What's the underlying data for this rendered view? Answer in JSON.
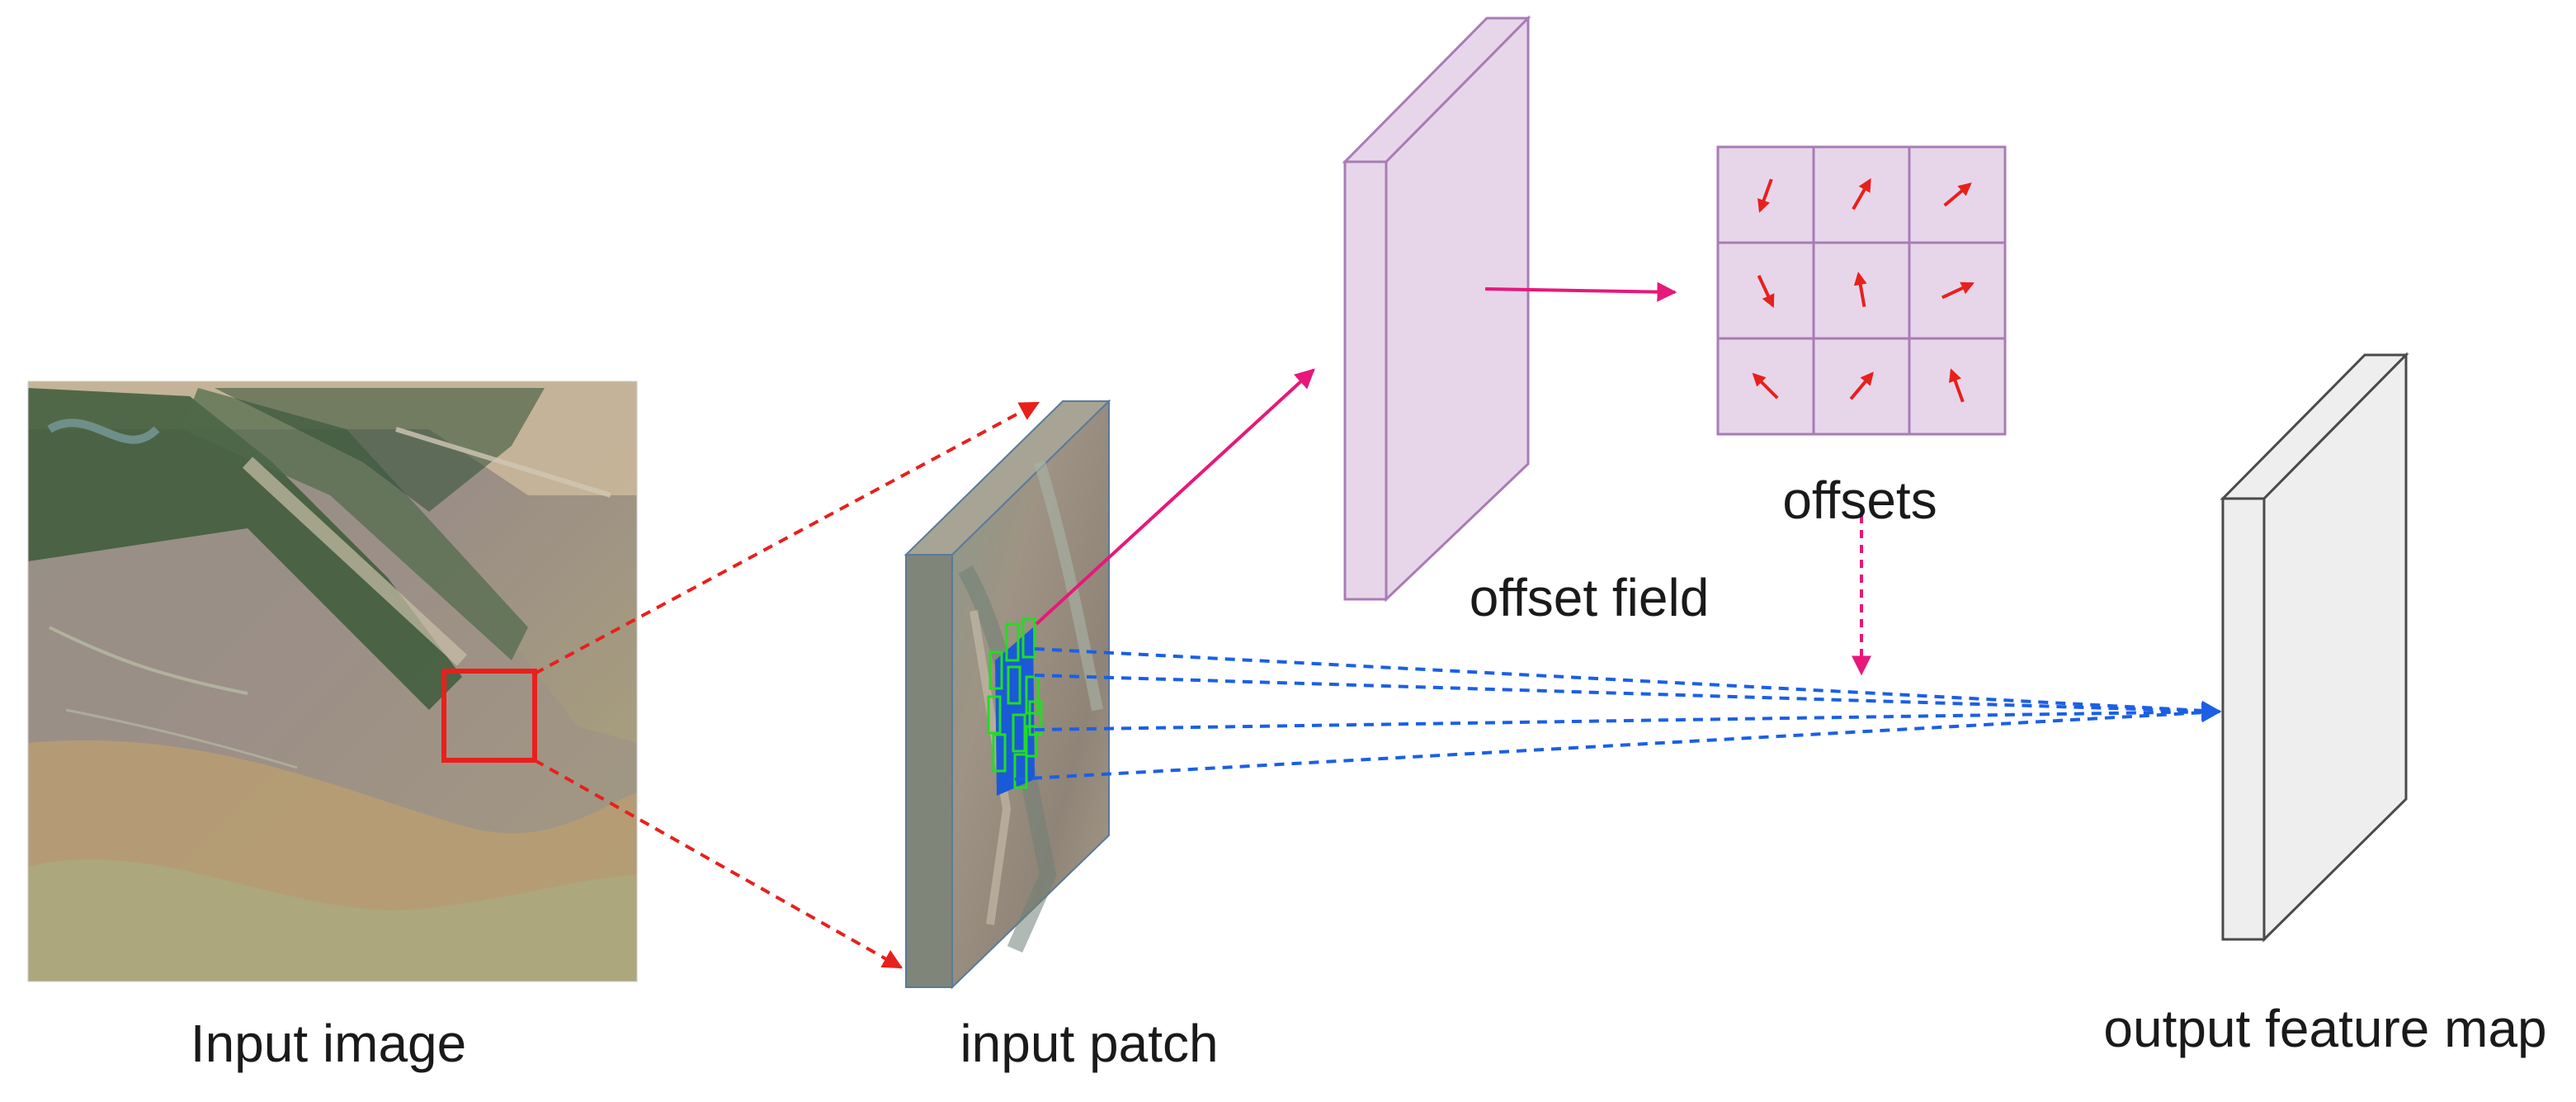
{
  "labels": {
    "input_image": "Input image",
    "input_patch": "input patch",
    "offset_field": "offset field",
    "offsets": "offsets",
    "output_feature_map": "output feature map"
  },
  "offset_grid": {
    "rows": 3,
    "cols": 3,
    "arrow_angles_deg": [
      [
        110,
        -60,
        -40
      ],
      [
        65,
        -100,
        -25
      ],
      [
        -135,
        -50,
        -110
      ]
    ]
  },
  "colors": {
    "offset_fill": "#e7d6ea",
    "offset_stroke": "#a97cb5",
    "output_fill": "#eeeeee",
    "output_stroke": "#4a4a4a",
    "red_dashed": "#e8201c",
    "magenta": "#e8177a",
    "blue_dashed": "#1b5fe6",
    "kernel_green": "#22dd22",
    "kernel_blue": "#1a5ad8"
  }
}
